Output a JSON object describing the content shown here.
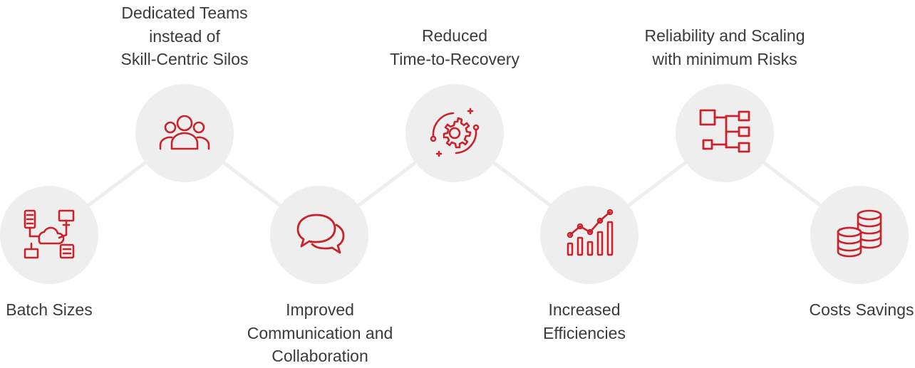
{
  "colors": {
    "accent": "#c8232b",
    "node_fill": "#eeeeee",
    "connector": "#eeeeee",
    "text": "#3a3a3a"
  },
  "steps": [
    {
      "icon": "network-devices-icon",
      "lines": [
        "Batch Sizes"
      ]
    },
    {
      "icon": "team-people-icon",
      "lines": [
        "Dedicated Teams",
        "instead of",
        "Skill-Centric Silos"
      ]
    },
    {
      "icon": "chat-bubbles-icon",
      "lines": [
        "Improved",
        "Communication and",
        "Collaboration"
      ]
    },
    {
      "icon": "gear-recovery-icon",
      "lines": [
        "Reduced",
        "Time-to-Recovery"
      ]
    },
    {
      "icon": "growth-chart-icon",
      "lines": [
        "Increased",
        "Efficiencies"
      ]
    },
    {
      "icon": "hierarchy-scaling-icon",
      "lines": [
        "Reliability and Scaling",
        "with minimum Risks"
      ]
    },
    {
      "icon": "coin-stacks-icon",
      "lines": [
        "Costs Savings"
      ]
    }
  ]
}
